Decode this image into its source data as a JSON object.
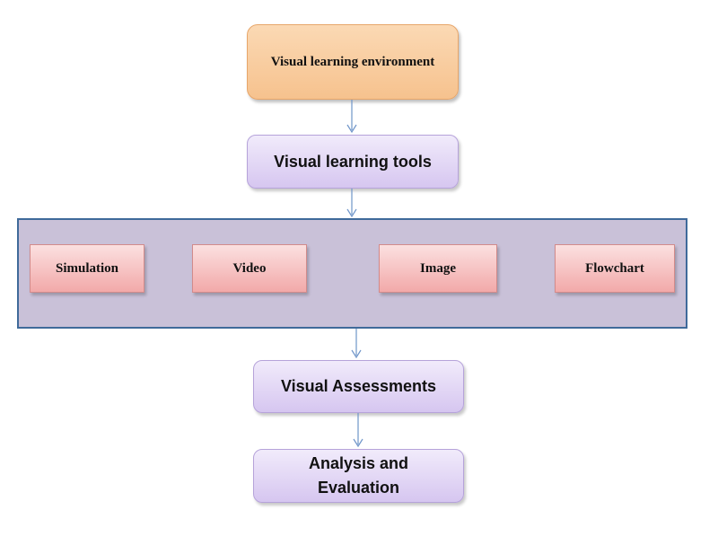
{
  "diagram": {
    "top_box": "Visual learning environment",
    "tools_box": "Visual learning tools",
    "tool_items": [
      "Simulation",
      "Video",
      "Image",
      "Flowchart"
    ],
    "assessments_box": "Visual Assessments",
    "analysis_box": "Analysis and Evaluation"
  },
  "colors": {
    "top_fill": "#f6c28e",
    "purple_fill": "#d6c6f0",
    "band_fill": "#c9c1d8",
    "band_border": "#3f6a9a",
    "item_fill": "#f2a9a9",
    "arrow": "#6f95c9"
  }
}
